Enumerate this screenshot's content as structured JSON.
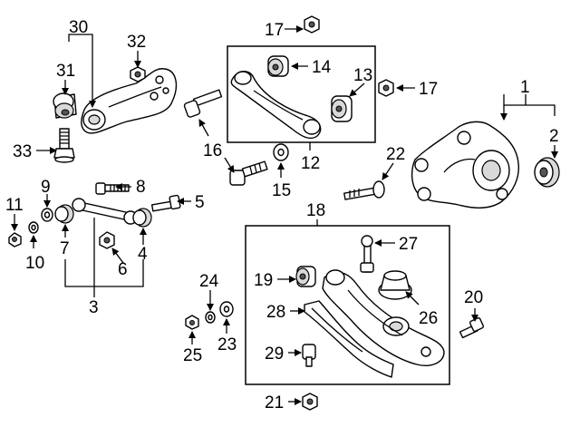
{
  "diagram": {
    "callouts": {
      "c1": "1",
      "c2": "2",
      "c3": "3",
      "c4": "4",
      "c5": "5",
      "c6": "6",
      "c7": "7",
      "c8": "8",
      "c9": "9",
      "c10": "10",
      "c11": "11",
      "c12": "12",
      "c13": "13",
      "c14": "14",
      "c15": "15",
      "c16": "16",
      "c17a": "17",
      "c17b": "17",
      "c18": "18",
      "c19": "19",
      "c20": "20",
      "c21": "21",
      "c22": "22",
      "c23": "23",
      "c24": "24",
      "c25": "25",
      "c26": "26",
      "c27": "27",
      "c28": "28",
      "c29": "29",
      "c30": "30",
      "c31": "31",
      "c32": "32",
      "c33": "33"
    }
  }
}
